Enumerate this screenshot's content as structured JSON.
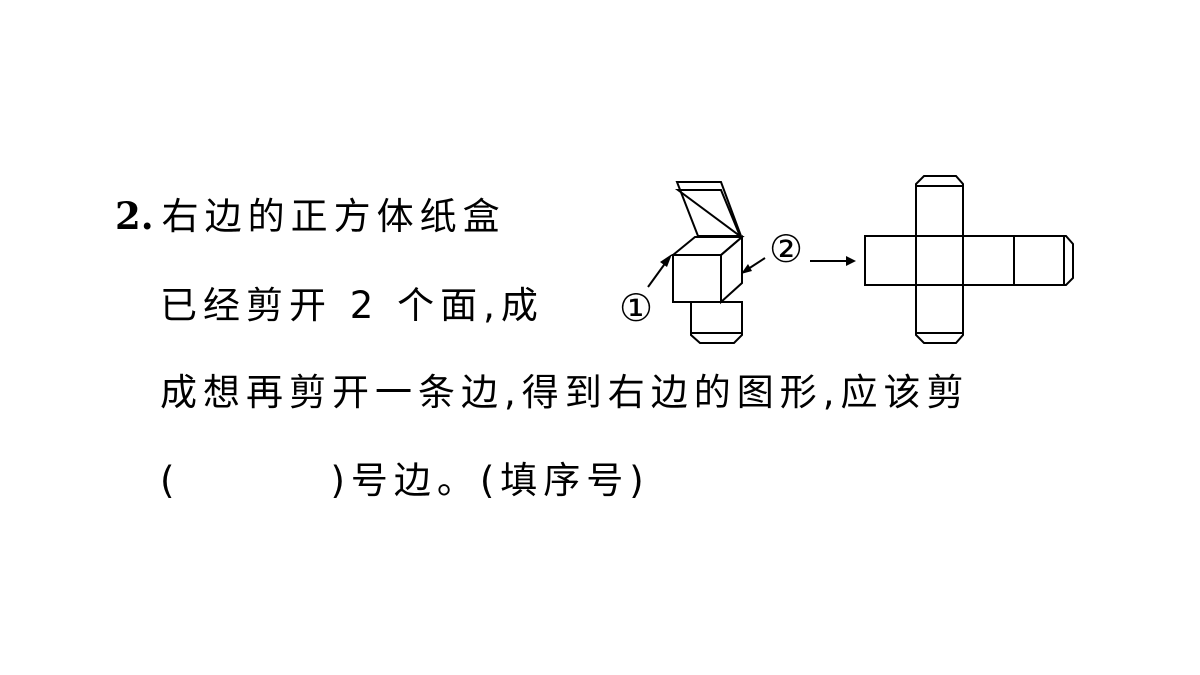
{
  "question": {
    "number": "2.",
    "line1": "右边的正方体纸盒",
    "line2": "已经剪开 2 个面,成",
    "line3": "成想再剪开一条边,得到右边的图形,应该剪",
    "line4_open": "(",
    "line4_close": ")号边。(填序号)"
  },
  "figure": {
    "label_1": "①",
    "label_2": "②"
  }
}
